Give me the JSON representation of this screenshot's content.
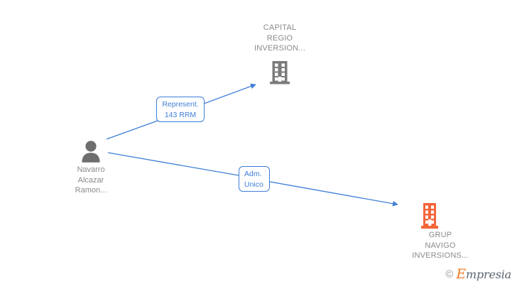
{
  "diagram": {
    "type": "relationship-graph",
    "background": "#ffffff",
    "edge_color": "#3f7fd8",
    "nodes": [
      {
        "id": "person",
        "icon": "person-icon",
        "icon_color": "#6e6e6e",
        "label_lines": [
          "Navarro",
          "Alcazar",
          "Ramon..."
        ],
        "label_color": "#8a8a8a"
      },
      {
        "id": "capital-regio",
        "icon": "building-icon",
        "icon_color": "#7b7b7b",
        "label_lines": [
          "CAPITAL",
          "REGIO",
          "INVERSION..."
        ],
        "label_color": "#8a8a8a"
      },
      {
        "id": "grup-navigo",
        "icon": "building-icon",
        "icon_color": "#f4653a",
        "label_lines": [
          "GRUP",
          "NAVIGO",
          "INVERSIONS..."
        ],
        "label_color": "#8a8a8a"
      }
    ],
    "edges": [
      {
        "id": "edge-represent",
        "from": "person",
        "to": "capital-regio",
        "label_lines": [
          "Represent.",
          "143 RRM"
        ],
        "color": "#3f7fd8"
      },
      {
        "id": "edge-adm-unico",
        "from": "person",
        "to": "grup-navigo",
        "label_lines": [
          "Adm.",
          "Unico"
        ],
        "color": "#3f7fd8"
      }
    ]
  },
  "watermark": {
    "copyright": "©",
    "brand_initial": "E",
    "brand_rest": "mpresia",
    "brand_color": "#f07a21"
  }
}
